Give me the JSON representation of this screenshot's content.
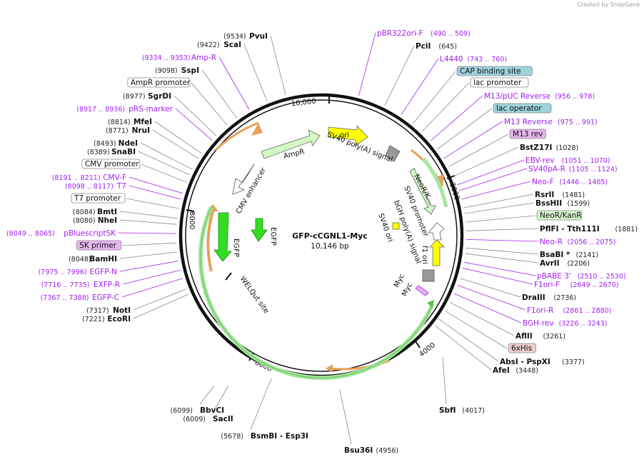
{
  "credit": "Created by SnapGene",
  "plasmid": {
    "name": "GFP-cCGNL1-Myc",
    "length": "10,146 bp"
  },
  "ticks": [
    "10,000",
    "2000",
    "4000",
    "6000",
    "8000"
  ],
  "features": {
    "ori": "ori",
    "sv40_polya": "SV40 poly(A) signal",
    "ampr": "AmpR",
    "cmv_enhancer": "CMV enhancer",
    "neor": "NeoR/K...",
    "sv40_promoter": "SV40 promoter",
    "bgh_polya": "bGH poly(A) signal",
    "egfp_arrow": "EGFP",
    "egfp_inner": "EGFP",
    "sv40_ori": "SV40 ori",
    "f1_ori": "f1 ori",
    "welqut": "WELQut site",
    "myc1": "Myc",
    "myc2": "Myc"
  },
  "left_labels": [
    {
      "pos": "(9534)",
      "name": "PvuI",
      "kind": "site"
    },
    {
      "pos": "(9422)",
      "name": "ScaI",
      "kind": "site"
    },
    {
      "pos": "(9334 .. 9353)",
      "name": "Amp-R",
      "kind": "primer"
    },
    {
      "pos": "(9098)",
      "name": "SspI",
      "kind": "site"
    },
    {
      "pos": "",
      "name": "AmpR promoter",
      "kind": "box"
    },
    {
      "pos": "(8977)",
      "name": "SgrDI",
      "kind": "site"
    },
    {
      "pos": "(8917 .. 8936)",
      "name": "pRS-marker",
      "kind": "primer"
    },
    {
      "pos": "(8814)",
      "name": "MfeI",
      "kind": "site"
    },
    {
      "pos": "(8771)",
      "name": "NruI",
      "kind": "site"
    },
    {
      "pos": "(8493)",
      "name": "NdeI",
      "kind": "site"
    },
    {
      "pos": "(8389)",
      "name": "SnaBI",
      "kind": "site"
    },
    {
      "pos": "",
      "name": "CMV promoter",
      "kind": "box"
    },
    {
      "pos": "(8191 .. 8211)",
      "name": "CMV-F",
      "kind": "primer"
    },
    {
      "pos": "(8098 .. 8117)",
      "name": "T7",
      "kind": "primer"
    },
    {
      "pos": "",
      "name": "T7 promoter",
      "kind": "box"
    },
    {
      "pos": "(8084)",
      "name": "BmtI",
      "kind": "site"
    },
    {
      "pos": "(8080)",
      "name": "NheI",
      "kind": "site"
    },
    {
      "pos": "(8049 .. 8065)",
      "name": "pBluescriptSK",
      "kind": "primer"
    },
    {
      "pos": "",
      "name": "SK primer",
      "kind": "pbox"
    },
    {
      "pos": "(8048)",
      "name": "BamHI",
      "kind": "site"
    },
    {
      "pos": "(7975 .. 7996)",
      "name": "EGFP-N",
      "kind": "primer"
    },
    {
      "pos": "(7716 .. 7735)",
      "name": "EXFP-R",
      "kind": "primer"
    },
    {
      "pos": "(7367 .. 7388)",
      "name": "EGFP-C",
      "kind": "primer"
    },
    {
      "pos": "(7317)",
      "name": "NotI",
      "kind": "site"
    },
    {
      "pos": "(7221)",
      "name": "EcoRI",
      "kind": "site"
    }
  ],
  "right_labels": [
    {
      "name": "pBR322ori-F",
      "pos": "(490 .. 509)",
      "kind": "primer"
    },
    {
      "name": "PciI",
      "pos": "(645)",
      "kind": "site"
    },
    {
      "name": "L4440",
      "pos": "(743 .. 760)",
      "kind": "primer"
    },
    {
      "name": "CAP binding site",
      "pos": "",
      "kind": "tbox"
    },
    {
      "name": "lac promoter",
      "pos": "",
      "kind": "box"
    },
    {
      "name": "M13/pUC Reverse",
      "pos": "(956 .. 978)",
      "kind": "primer"
    },
    {
      "name": "lac operator",
      "pos": "",
      "kind": "tbox"
    },
    {
      "name": "M13 Reverse",
      "pos": "(975 .. 991)",
      "kind": "primer"
    },
    {
      "name": "M13 rev",
      "pos": "",
      "kind": "pbox"
    },
    {
      "name": "BstZ17I",
      "pos": "(1028)",
      "kind": "site"
    },
    {
      "name": "EBV-rev",
      "pos": "(1051 .. 1070)",
      "kind": "primer"
    },
    {
      "name": "SV40pA-R",
      "pos": "(1105 .. 1124)",
      "kind": "primer"
    },
    {
      "name": "Neo-F",
      "pos": "(1446 .. 1465)",
      "kind": "primer"
    },
    {
      "name": "RsrII",
      "pos": "(1481)",
      "kind": "site"
    },
    {
      "name": "BssHII",
      "pos": "(1599)",
      "kind": "site"
    },
    {
      "name": "NeoR/KanR",
      "pos": "",
      "kind": "gbox"
    },
    {
      "name": "PflFI  - Tth111I",
      "pos": "(1881)",
      "kind": "site"
    },
    {
      "name": "Neo-R",
      "pos": "(2056 .. 2075)",
      "kind": "primer"
    },
    {
      "name": "BsaBI *",
      "pos": "(2141)",
      "kind": "site"
    },
    {
      "name": "AvrII",
      "pos": "(2206)",
      "kind": "site"
    },
    {
      "name": "pBABE 3'",
      "pos": "(2510 .. 2530)",
      "kind": "primer"
    },
    {
      "name": "F1ori-F",
      "pos": "(2649 .. 2670)",
      "kind": "primer"
    },
    {
      "name": "DraIII",
      "pos": "(2736)",
      "kind": "site"
    },
    {
      "name": "F1ori-R",
      "pos": "(2861 .. 2880)",
      "kind": "primer"
    },
    {
      "name": "BGH-rev",
      "pos": "(3226 .. 3243)",
      "kind": "primer"
    },
    {
      "name": "AflII",
      "pos": "(3261)",
      "kind": "site"
    },
    {
      "name": "6xHis",
      "pos": "",
      "kind": "rbox"
    },
    {
      "name": "AbsI  - PspXI",
      "pos": "(3377)",
      "kind": "site"
    },
    {
      "name": "AfeI",
      "pos": "(3448)",
      "kind": "site"
    }
  ],
  "bottom_labels": [
    {
      "pos": "(6099)",
      "name": "BbvCI"
    },
    {
      "pos": "(6009)",
      "name": "SacII"
    },
    {
      "pos": "(5678)",
      "name": "BsmBI  - Esp3I"
    },
    {
      "name": "Bsu36I",
      "pos": "(4956)"
    },
    {
      "name": "SbfI",
      "pos": "(4017)"
    }
  ],
  "colors": {
    "backbone": "#111111",
    "primer": "#a020f0",
    "orf_green": "#d4f7c4",
    "orf_orange": "#e8a05a",
    "ori_yellow": "#ffff00",
    "egfp_green": "#33dd22",
    "promoter_white": "#ffffff",
    "pa_gray": "#999999",
    "tbox_fill": "#9fd3dc",
    "pbox_fill": "#e6b6f0",
    "gbox_fill": "#d6f5d0",
    "rbox_fill": "#eecfcf"
  }
}
